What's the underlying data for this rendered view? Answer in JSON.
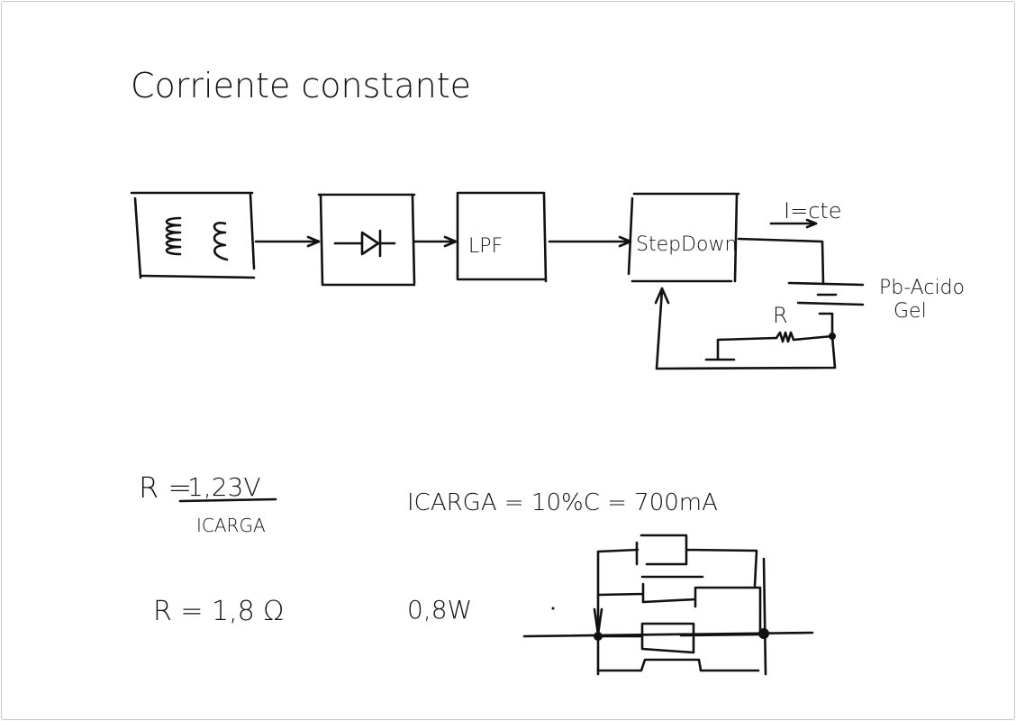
{
  "title": "Corriente constante",
  "blocks": {
    "transformer": "",
    "rectifier": "",
    "lpf": "LPF",
    "stepdown": "StepDown"
  },
  "labels": {
    "current": "I=cte",
    "battery_line1": "Pb-Acido",
    "battery_line2": "Gel",
    "resistor": "R"
  },
  "formulas": {
    "r_formula_left": "R =",
    "r_formula_num": "1,23V",
    "r_formula_den": "ICARGA",
    "icarga": "ICARGA = 10%C = 700mA",
    "r_value": "R = 1,8 Ω",
    "power": "0,8W"
  }
}
